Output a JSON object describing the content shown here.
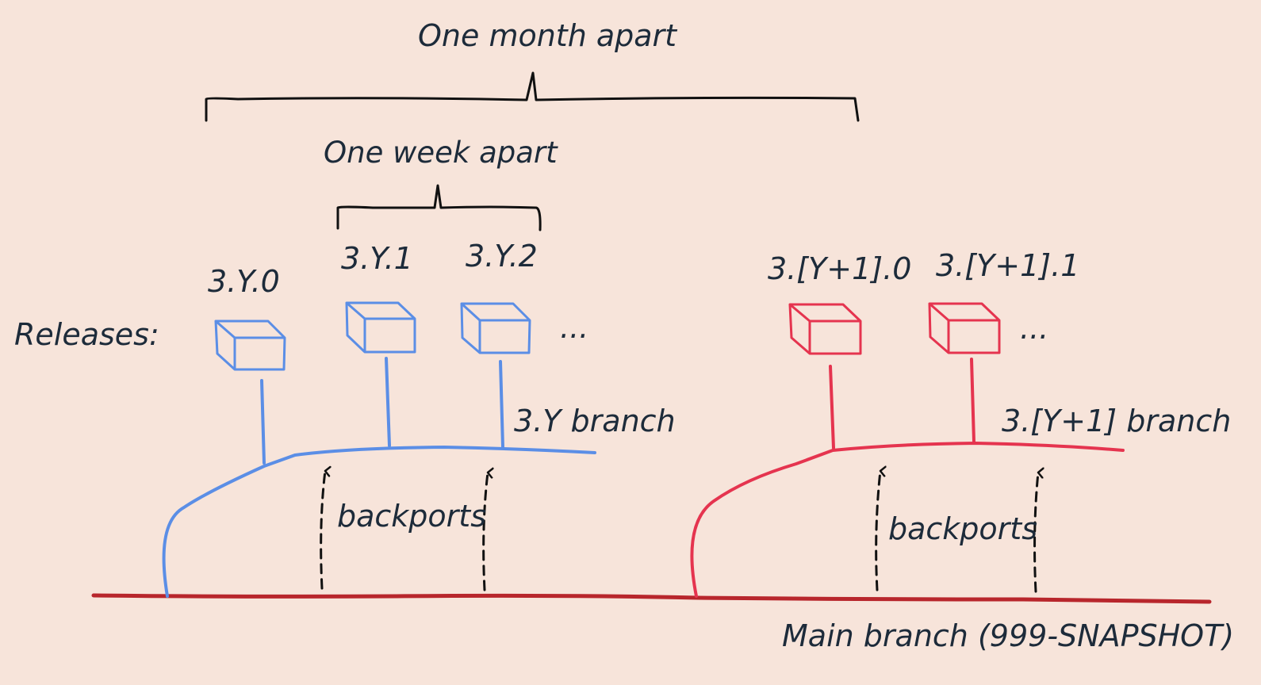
{
  "header": {
    "month_label": "One month apart",
    "week_label": "One week apart"
  },
  "row_label": "Releases:",
  "branches": {
    "old": {
      "name": "3.Y branch",
      "color": "#5b8ee6",
      "releases": [
        "3.Y.0",
        "3.Y.1",
        "3.Y.2"
      ],
      "ellipsis": "...",
      "backports_label": "backports"
    },
    "new": {
      "name": "3.[Y+1] branch",
      "color": "#e5344f",
      "releases": [
        "3.[Y+1].0",
        "3.[Y+1].1"
      ],
      "ellipsis": "...",
      "backports_label": "backports"
    },
    "main": {
      "name": "Main branch (999-SNAPSHOT)",
      "color": "#b8262c"
    }
  },
  "colors": {
    "background": "#f7e4da",
    "text": "#1d2b3a"
  }
}
